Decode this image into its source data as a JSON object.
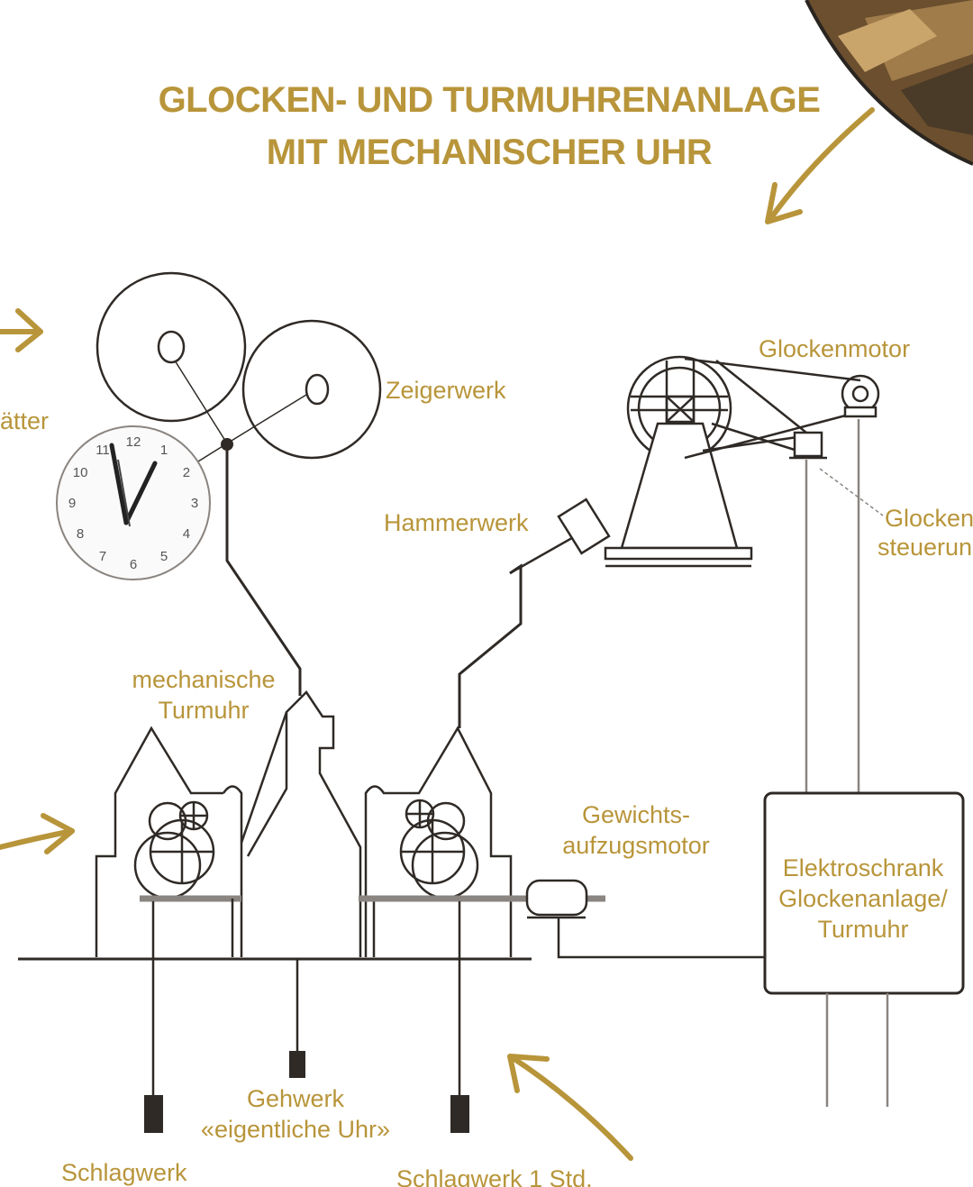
{
  "title": {
    "line1": "GLOCKEN- UND TURMUHRENANLAGE",
    "line2": "MIT MECHANISCHER UHR"
  },
  "labels": {
    "zeigerwerk": "Zeigerwerk",
    "glockenmotor": "Glockenmotor",
    "zifferblaetter": "ätter",
    "hammerwerk": "Hammerwerk",
    "glockensteuerung_1": "Glocken",
    "glockensteuerung_2": "steuerun",
    "turmuhr_1": "mechanische",
    "turmuhr_2": "Turmuhr",
    "gewichts_1": "Gewichts-",
    "gewichts_2": "aufzugsmotor",
    "elektro_1": "Elektroschrank",
    "elektro_2": "Glockenanlage/",
    "elektro_3": "Turmuhr",
    "gehwerk_1": "Gehwerk",
    "gehwerk_2": "«eigentliche Uhr»",
    "schlagwerk": "Schlagwerk",
    "schlagwerk_std": "Schlagwerk 1 Std."
  },
  "clock_numerals": [
    "12",
    "1",
    "2",
    "3",
    "4",
    "5",
    "6",
    "7",
    "8",
    "9",
    "10",
    "11"
  ],
  "colors": {
    "gold": "#b8953a",
    "line": "#2f2a26",
    "light_line": "#8a8580",
    "wood": "#8c6a3e"
  },
  "icons": {
    "arrow": "curved-arrow-icon",
    "clock": "clock-face-icon"
  }
}
